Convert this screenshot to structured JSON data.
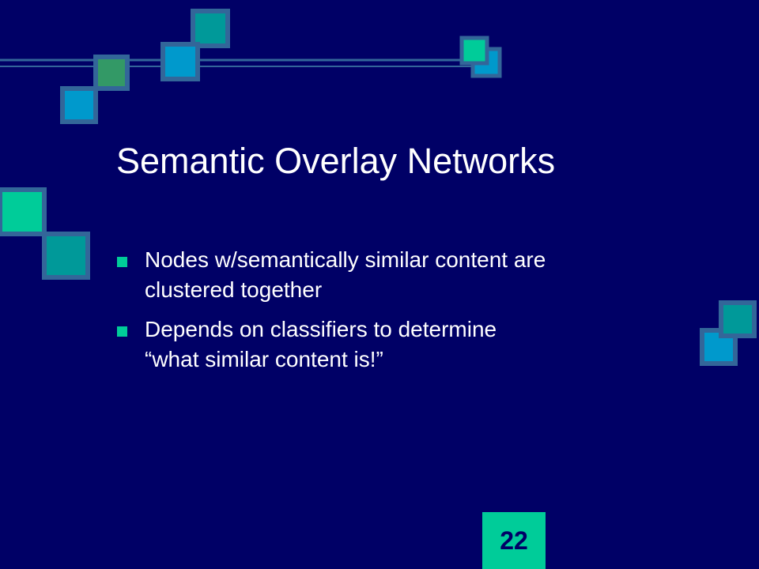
{
  "slide": {
    "title": "Semantic Overlay Networks",
    "bullets": [
      {
        "line1": "Nodes w/semantically similar content are",
        "line2": "clustered together"
      },
      {
        "line1": "Depends on classifiers to determine",
        "line2": "“what similar content is!”"
      }
    ],
    "page_number": "22"
  },
  "colors": {
    "background": "#000066",
    "accent": "#00cc99",
    "square_teal": "#009999",
    "square_blue": "#0099cc",
    "square_green": "#339966",
    "square_border": "#336699",
    "text": "#ffffff"
  },
  "icons": {
    "bullet": "square-bullet-icon",
    "decoration": "decorative-squares-pattern"
  }
}
